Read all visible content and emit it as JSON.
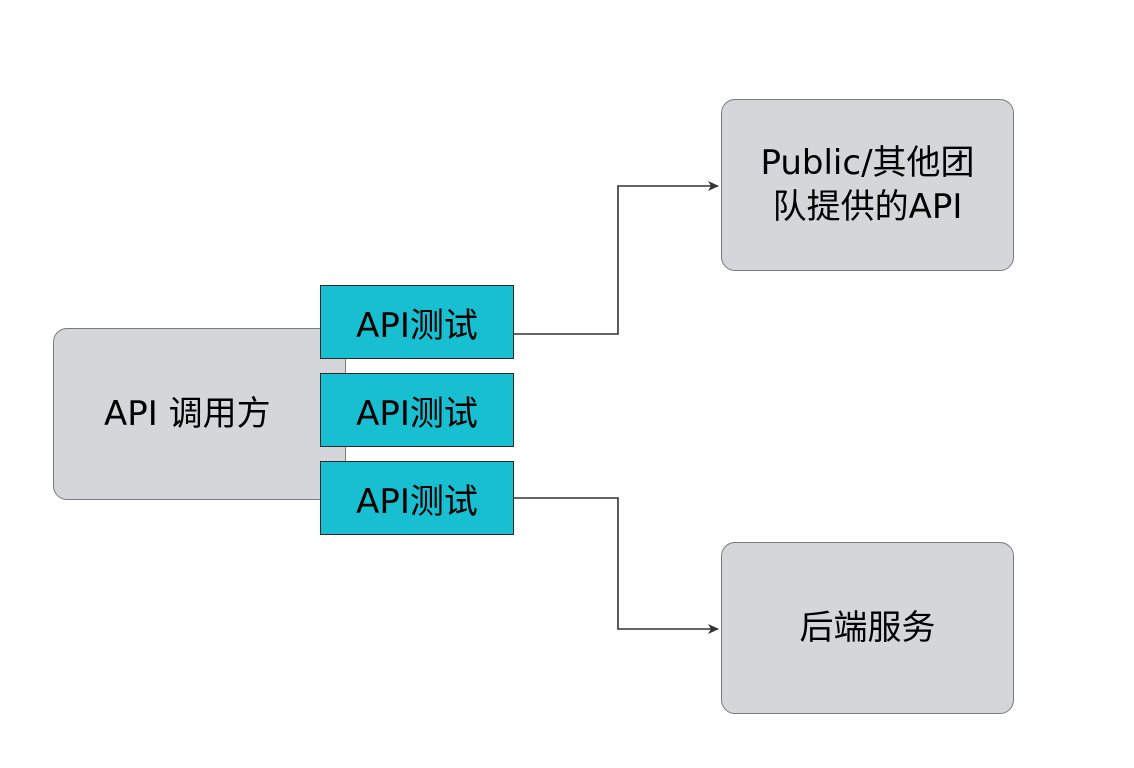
{
  "nodes": {
    "caller": {
      "label": "API 调用方"
    },
    "public_api": {
      "label": "Public/其他团队提供的API"
    },
    "backend": {
      "label": "后端服务"
    },
    "tests": [
      {
        "label": "API测试"
      },
      {
        "label": "API测试"
      },
      {
        "label": "API测试"
      }
    ]
  },
  "edges": [
    {
      "from": "API测试",
      "to": "Public/其他团队提供的API"
    },
    {
      "from": "API测试",
      "to": "后端服务"
    }
  ],
  "colors": {
    "node_fill": "#d5d6d9",
    "test_fill": "#17bfd0",
    "connector": "#333333"
  }
}
